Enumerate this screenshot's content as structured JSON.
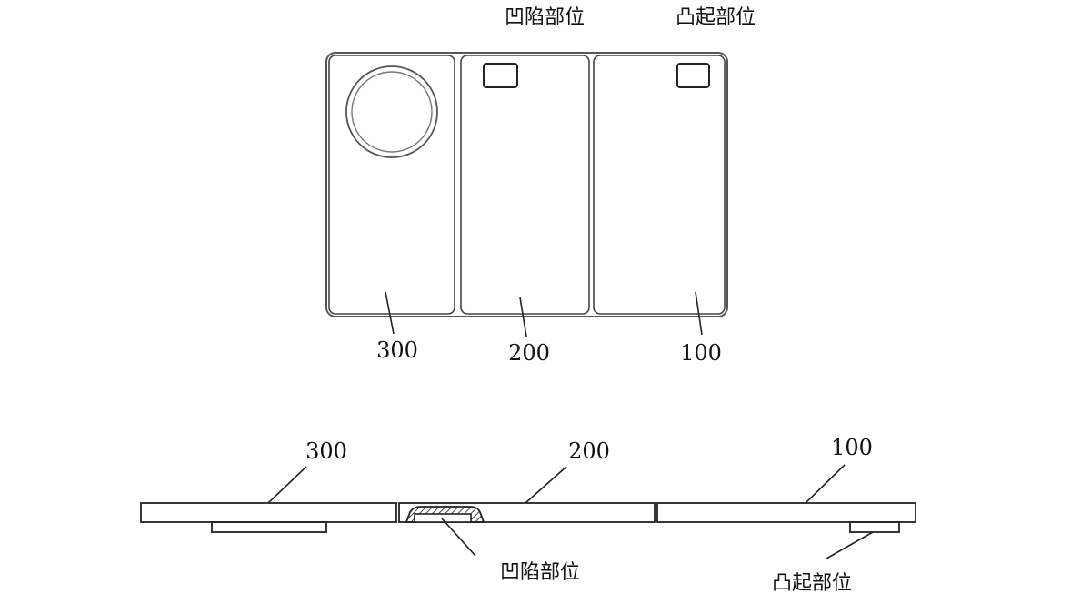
{
  "top_view": {
    "labels": {
      "concave_callout": "凹陷部位",
      "convex_callout": "凸起部位",
      "panel_300": "300",
      "panel_200": "200",
      "panel_100": "100"
    }
  },
  "side_view": {
    "labels": {
      "panel_300": "300",
      "panel_200": "200",
      "panel_100": "100",
      "concave_callout": "凹陷部位",
      "convex_callout": "凸起部位"
    }
  },
  "colors": {
    "line": "#3a3a3a",
    "hatch": "#444444",
    "text": "#111111"
  }
}
